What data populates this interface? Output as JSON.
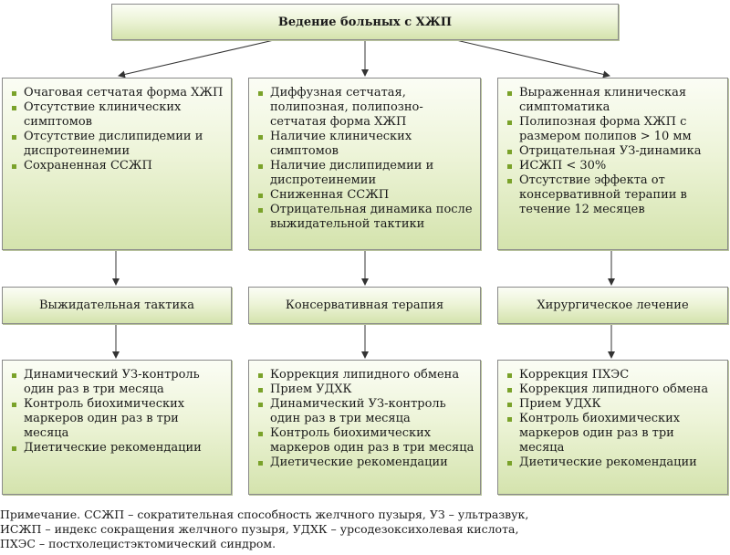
{
  "title": "Ведение больных с ХЖП",
  "columns": [
    {
      "criteria": [
        "Очаговая сетчатая форма ХЖП",
        "Отсутствие клинических симптомов",
        "Отсутствие дислипидемии и диспротеинемии",
        "Сохраненная ССЖП"
      ],
      "tactic": "Выжидательная тактика",
      "actions": [
        "Динамический УЗ-контроль один раз в три месяца",
        "Контроль биохимических маркеров один раз в три месяца",
        "Диетические рекомендации"
      ]
    },
    {
      "criteria": [
        "Диффузная сетчатая, полипозная, полипозно-сетчатая форма ХЖП",
        "Наличие клинических симптомов",
        "Наличие дислипидемии и диспротеинемии",
        "Сниженная ССЖП",
        "Отрицательная динамика после выжидательной тактики"
      ],
      "tactic": "Консервативная терапия",
      "actions": [
        "Коррекция липидного обмена",
        "Прием УДХК",
        "Динамический УЗ-контроль один раз в три месяца",
        "Контроль биохимических маркеров один раз в три месяца",
        "Диетические рекомендации"
      ]
    },
    {
      "criteria": [
        "Выраженная клиническая симптоматика",
        "Полипозная форма ХЖП с размером полипов > 10 мм",
        "Отрицательная УЗ-динамика",
        "ИСЖП < 30%",
        "Отсутствие эффекта от консервативной терапии в течение 12 месяцев"
      ],
      "tactic": "Хирургическое лечение",
      "actions": [
        "Коррекция ПХЭС",
        "Коррекция липидного обмена",
        "Прием УДХК",
        "Контроль биохимических маркеров один раз в три месяца",
        "Диетические рекомендации"
      ]
    }
  ],
  "note": [
    "Примечание. ССЖП – сократительная способность желчного пузыря, УЗ – ультразвук,",
    "ИСЖП – индекс сокращения желчного пузыря, УДХК – урсодезоксихолевая кислота,",
    "ПХЭС – постхолецистэктомический синдром."
  ]
}
